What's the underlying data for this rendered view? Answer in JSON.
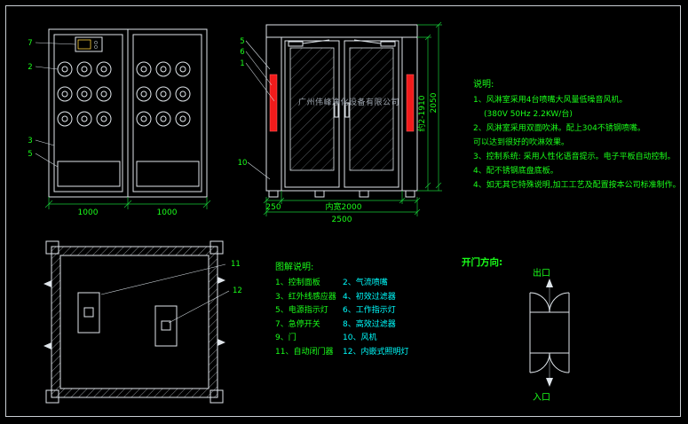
{
  "palette": {
    "background": "#000000",
    "line_white": "#dfe5ea",
    "annotation_green": "#1aff1a",
    "annotation_cyan": "#00ffff",
    "warning_red": "#f21b1b",
    "watermark_gray": "#9aa2ab",
    "display_yellow": "#ffd23f"
  },
  "watermark": "广州伟峰净化设备有限公司",
  "notes": {
    "title": "说明:",
    "lines": [
      "1、风淋室采用4台喷嘴大风量低噪音风机。",
      "(380V 50Hz 2.2KW/台)",
      "2、风淋室采用双面吹淋。配上304不锈钢喷嘴。",
      "可以达到很好的吹淋效果。",
      "3、控制系统: 采用人性化语音提示。电子平板自动控制。",
      "4、配不锈钢底盘底板。",
      "4、如无其它特殊说明,加工工艺及配置按本公司标准制作。"
    ]
  },
  "legend": {
    "title": "图解说明:",
    "items": [
      "1、控制面板",
      "2、气流喷嘴",
      "3、红外线感应器",
      "4、初效过滤器",
      "5、电源指示灯",
      "6、工作指示灯",
      "7、急停开关",
      "8、高效过滤器",
      "9、门",
      "10、风机",
      "11、自动闭门器",
      "12、内嵌式照明灯"
    ]
  },
  "door_direction": {
    "title": "开门方向:",
    "exit": "出口",
    "entry": "入口"
  },
  "dims": {
    "front_left": "1000",
    "front_right": "1000",
    "side_col": "250",
    "inner_width": "内宽2000",
    "overall_width": "2500",
    "door_height": "约2-1910",
    "overall_height": "2050"
  },
  "callouts": {
    "front": [
      "7",
      "2",
      "3",
      "5"
    ],
    "elevation": [
      "5",
      "6",
      "1",
      "10"
    ],
    "top": [
      "11",
      "12"
    ]
  }
}
